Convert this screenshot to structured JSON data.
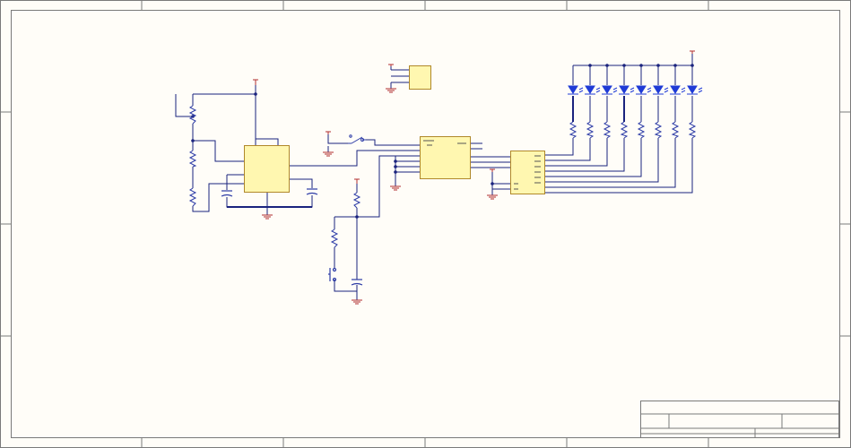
{
  "app": {
    "window_title": "",
    "view": "schematic-sheet"
  },
  "colors": {
    "background": "#fffdf8",
    "frame": "#7a7a7a",
    "wire": "#1a237e",
    "component": "#2b3aa6",
    "ic_fill": "#fff7b0",
    "ic_stroke": "#b0882a",
    "power": "#b03030",
    "led": "#1f3bd6"
  },
  "sheet": {
    "zones_top": [
      "",
      "",
      "",
      "",
      "",
      ""
    ],
    "zones_side": [
      "",
      "",
      ""
    ],
    "title_block": {
      "title": "",
      "size": "",
      "number": "",
      "revision": "",
      "date": "",
      "file": "",
      "sheet": "",
      "drawn_by": ""
    }
  },
  "components": {
    "ics": [
      {
        "id": "timer-ic",
        "pins": 4
      },
      {
        "id": "regulator-ic",
        "pins": 3
      },
      {
        "id": "counter-ic",
        "pins": 8
      },
      {
        "id": "driver-ic",
        "pins": 8
      }
    ],
    "led_count": 8,
    "resistor_count": 13,
    "capacitor_count": 3,
    "switches": [
      "slide-switch",
      "push-button"
    ],
    "power_symbols": 7,
    "ground_symbols": 6
  }
}
